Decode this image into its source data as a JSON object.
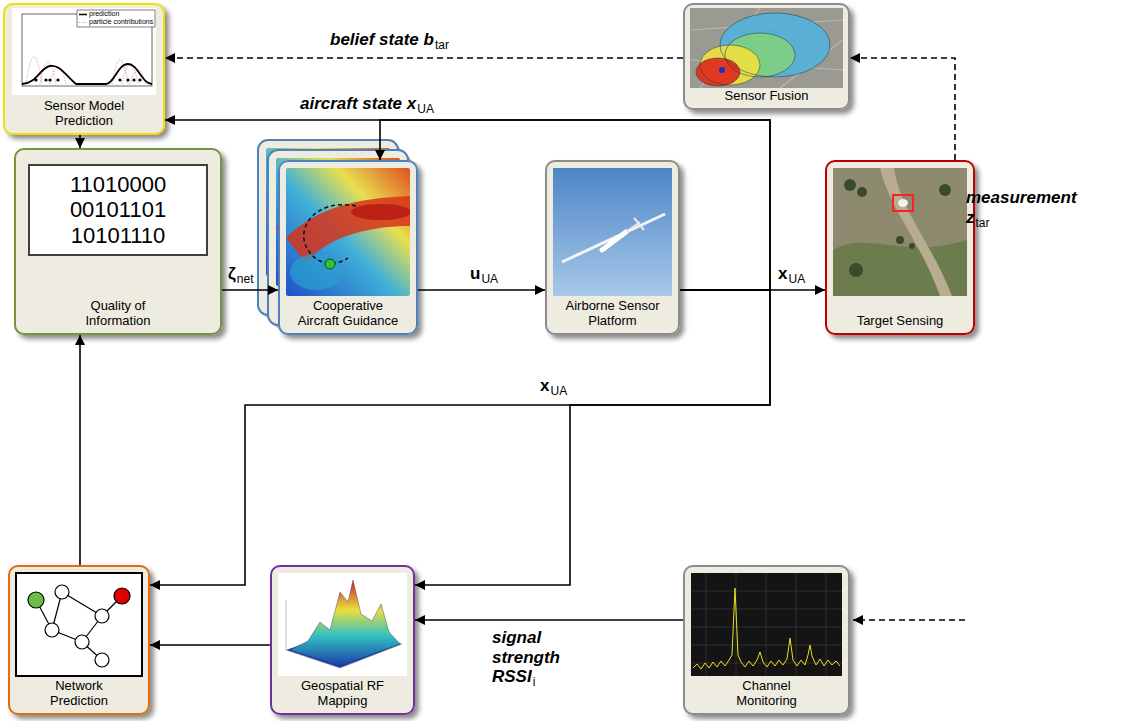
{
  "diagram": {
    "nodes": [
      {
        "text": [
          "Sensor Model Prediction"
        ]
      },
      {
        "text": [
          "Sensor Fusion"
        ]
      },
      {
        "text": [
          "11010000 00101101 10101110",
          "Quality of Information"
        ]
      },
      {
        "text": [
          "Cooperative Aircraft Guidance"
        ]
      },
      {
        "text": [
          "Airborne Sensor Platform"
        ]
      },
      {
        "text": [
          "Target Sensing"
        ]
      },
      {
        "text": [
          "Network Prediction"
        ]
      },
      {
        "text": [
          "Geospatial RF Mapping"
        ]
      },
      {
        "text": [
          "Channel Monitoring"
        ]
      }
    ],
    "edges": [
      {
        "from": 1,
        "to": 0,
        "arrow": "to",
        "label": "belief state b"
      },
      {
        "from": 4,
        "to": 0,
        "arrow": "to",
        "label": "aircraft state x"
      },
      {
        "from": 4,
        "to": 3,
        "arrow": "to"
      },
      {
        "from": 4,
        "to": 5,
        "arrow": "to",
        "label": "x"
      },
      {
        "from": 4,
        "to": 6,
        "arrow": "to",
        "label": "x"
      },
      {
        "from": 4,
        "to": 7,
        "arrow": "to"
      },
      {
        "from": 0,
        "to": 2,
        "arrow": "to"
      },
      {
        "from": 2,
        "to": 3,
        "arrow": "to",
        "label": "ζ"
      },
      {
        "from": 3,
        "to": 4,
        "arrow": "to",
        "label": "u"
      },
      {
        "from": 5,
        "to": 1,
        "arrow": "to",
        "label": "measurement z"
      },
      {
        "from": 6,
        "to": 2,
        "arrow": "to"
      },
      {
        "from": 7,
        "to": 6,
        "arrow": "to"
      },
      {
        "from": 8,
        "to": 7,
        "arrow": "to",
        "label": "signal strength RSSI"
      }
    ],
    "labels": [
      "prediction",
      "particle contributions",
      "tar",
      "UA",
      "UA",
      "UA",
      "net",
      "UA",
      "tar",
      "i"
    ]
  }
}
